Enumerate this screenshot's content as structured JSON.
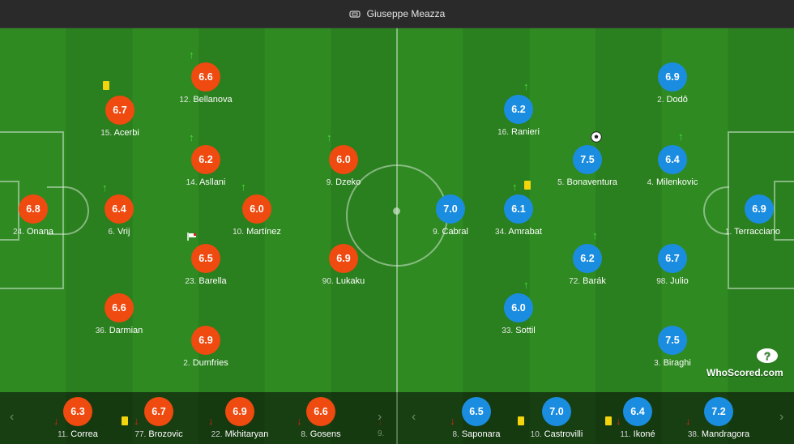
{
  "header": {
    "venue": "Giuseppe Meazza"
  },
  "colors": {
    "home": "#ef4a0f",
    "away": "#1b8de0",
    "arrow_up": "#44e03c",
    "arrow_down": "#e0201a",
    "yellow_card": "#f3d40d"
  },
  "home": [
    {
      "num": "24.",
      "name": "Onana",
      "rating": "6.8"
    },
    {
      "num": "15.",
      "name": "Acerbi",
      "rating": "6.7",
      "events": [
        "yellow-card"
      ]
    },
    {
      "num": "6.",
      "name": "Vrij",
      "rating": "6.4",
      "events": [
        "sub-on"
      ]
    },
    {
      "num": "36.",
      "name": "Darmian",
      "rating": "6.6"
    },
    {
      "num": "12.",
      "name": "Bellanova",
      "rating": "6.6",
      "events": [
        "sub-on"
      ]
    },
    {
      "num": "14.",
      "name": "Asllani",
      "rating": "6.2",
      "events": [
        "sub-on"
      ]
    },
    {
      "num": "23.",
      "name": "Barella",
      "rating": "6.5",
      "events": [
        "captain"
      ]
    },
    {
      "num": "2.",
      "name": "Dumfries",
      "rating": "6.9"
    },
    {
      "num": "10.",
      "name": "Martínez",
      "rating": "6.0",
      "events": [
        "sub-on"
      ]
    },
    {
      "num": "9.",
      "name": "Dzeko",
      "rating": "6.0",
      "events": [
        "sub-on"
      ]
    },
    {
      "num": "90.",
      "name": "Lukaku",
      "rating": "6.9"
    }
  ],
  "away": [
    {
      "num": "9.",
      "name": "Cabral",
      "rating": "7.0"
    },
    {
      "num": "16.",
      "name": "Ranieri",
      "rating": "6.2",
      "events": [
        "sub-on"
      ]
    },
    {
      "num": "34.",
      "name": "Amrabat",
      "rating": "6.1",
      "events": [
        "sub-on",
        "yellow-card"
      ]
    },
    {
      "num": "33.",
      "name": "Sottil",
      "rating": "6.0",
      "events": [
        "sub-on"
      ]
    },
    {
      "num": "5.",
      "name": "Bonaventura",
      "rating": "7.5",
      "events": [
        "goal"
      ]
    },
    {
      "num": "72.",
      "name": "Barák",
      "rating": "6.2",
      "events": [
        "sub-on"
      ]
    },
    {
      "num": "2.",
      "name": "Dodô",
      "rating": "6.9"
    },
    {
      "num": "4.",
      "name": "Milenkovic",
      "rating": "6.4",
      "events": [
        "sub-on"
      ]
    },
    {
      "num": "98.",
      "name": "Julio",
      "rating": "6.7"
    },
    {
      "num": "3.",
      "name": "Biraghi",
      "rating": "7.5"
    },
    {
      "num": "1.",
      "name": "Terracciano",
      "rating": "6.9"
    }
  ],
  "subs": [
    {
      "team": "home",
      "num": "11.",
      "name": "Correa",
      "rating": "6.3",
      "events": [
        "sub-off"
      ]
    },
    {
      "team": "home",
      "num": "77.",
      "name": "Brozovic",
      "rating": "6.7",
      "events": [
        "yellow-card",
        "sub-off"
      ]
    },
    {
      "team": "home",
      "num": "22.",
      "name": "Mkhitaryan",
      "rating": "6.9",
      "events": [
        "sub-off"
      ]
    },
    {
      "team": "home",
      "num": "8.",
      "name": "Gosens",
      "rating": "6.6",
      "events": [
        "sub-off"
      ]
    },
    {
      "team": "away",
      "num": "8.",
      "name": "Saponara",
      "rating": "6.5",
      "events": [
        "sub-off"
      ]
    },
    {
      "team": "away",
      "num": "10.",
      "name": "Castrovilli",
      "rating": "7.0",
      "events": [
        "yellow-card"
      ]
    },
    {
      "team": "away",
      "num": "11.",
      "name": "Ikoné",
      "rating": "6.4",
      "events": [
        "yellow-card",
        "sub-off"
      ]
    },
    {
      "team": "away",
      "num": "38.",
      "name": "Mandragora",
      "rating": "7.2",
      "events": [
        "sub-off"
      ]
    }
  ],
  "bench_partial_num": "9.",
  "logo": {
    "text": "WhoScored.com",
    "icon": "whoscored-question-icon"
  },
  "icons": {
    "stadium": "stadium-icon",
    "prev": "chevron-left-icon",
    "next": "chevron-right-icon"
  }
}
